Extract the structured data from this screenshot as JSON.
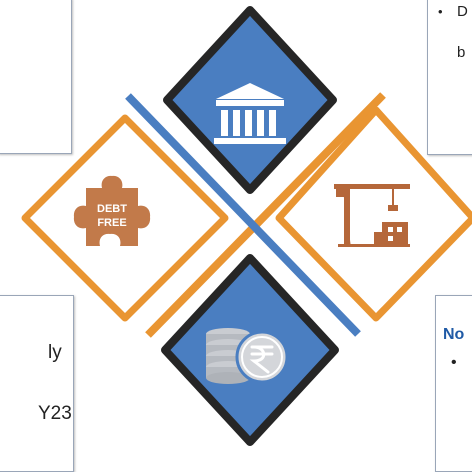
{
  "panels": {
    "top_right": {
      "bullet": "•",
      "line1": "D",
      "line2": "b"
    },
    "bottom_left": {
      "line1": "ly",
      "line2": "Y23"
    },
    "bottom_right": {
      "heading": "No",
      "bullet": "•"
    }
  },
  "icons": {
    "top": "bank-building-icon",
    "left": "debt-free-puzzle-icon",
    "right": "construction-crane-icon",
    "bottom": "rupee-coins-icon"
  },
  "debt_free_label": {
    "line1": "DEBT",
    "line2": "FREE"
  },
  "colors": {
    "blue_fill": "#4a7ec1",
    "orange": "#e99532",
    "dark_outline": "#262626",
    "heading_blue": "#1f5aa6",
    "puzzle_brown": "#c27a4a",
    "crane_brown": "#b5673a"
  }
}
